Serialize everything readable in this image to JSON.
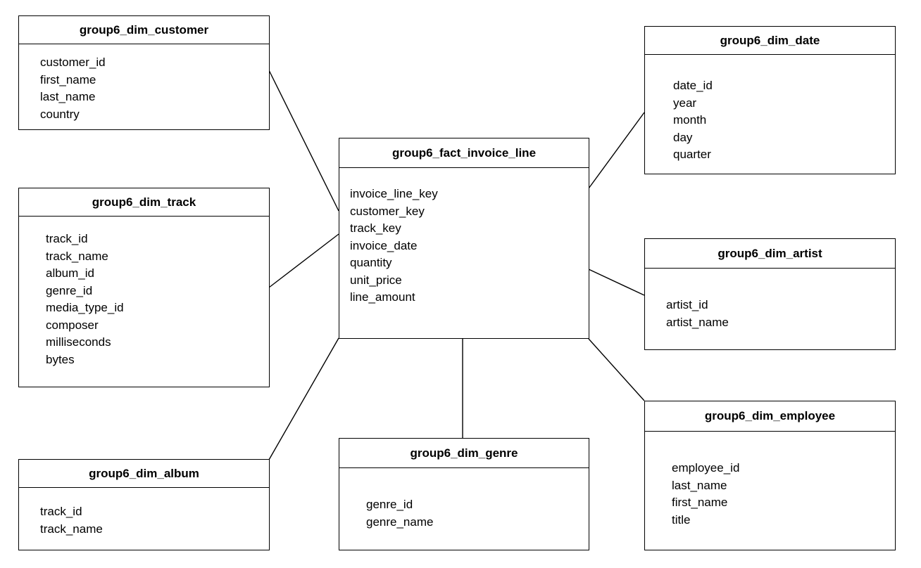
{
  "entities": {
    "customer": {
      "name": "group6_dim_customer",
      "fields": [
        "customer_id",
        "first_name",
        "last_name",
        "country"
      ]
    },
    "track": {
      "name": "group6_dim_track",
      "fields": [
        "track_id",
        "track_name",
        "album_id",
        "genre_id",
        "media_type_id",
        "composer",
        "milliseconds",
        "bytes"
      ]
    },
    "album": {
      "name": "group6_dim_album",
      "fields": [
        "track_id",
        "track_name"
      ]
    },
    "fact": {
      "name": "group6_fact_invoice_line",
      "fields": [
        "invoice_line_key",
        "customer_key",
        "track_key",
        "invoice_date",
        "quantity",
        "unit_price",
        "line_amount"
      ]
    },
    "genre": {
      "name": "group6_dim_genre",
      "fields": [
        "genre_id",
        "genre_name"
      ]
    },
    "date": {
      "name": "group6_dim_date",
      "fields": [
        "date_id",
        "year",
        "month",
        "day",
        "quarter"
      ]
    },
    "artist": {
      "name": "group6_dim_artist",
      "fields": [
        "artist_id",
        "artist_name"
      ]
    },
    "employee": {
      "name": "group6_dim_employee",
      "fields": [
        "employee_id",
        "last_name",
        "first_name",
        "title"
      ]
    }
  },
  "relationships": [
    {
      "from": "fact",
      "to": "customer"
    },
    {
      "from": "fact",
      "to": "track"
    },
    {
      "from": "fact",
      "to": "album"
    },
    {
      "from": "fact",
      "to": "genre"
    },
    {
      "from": "fact",
      "to": "date"
    },
    {
      "from": "fact",
      "to": "artist"
    },
    {
      "from": "fact",
      "to": "employee"
    }
  ]
}
